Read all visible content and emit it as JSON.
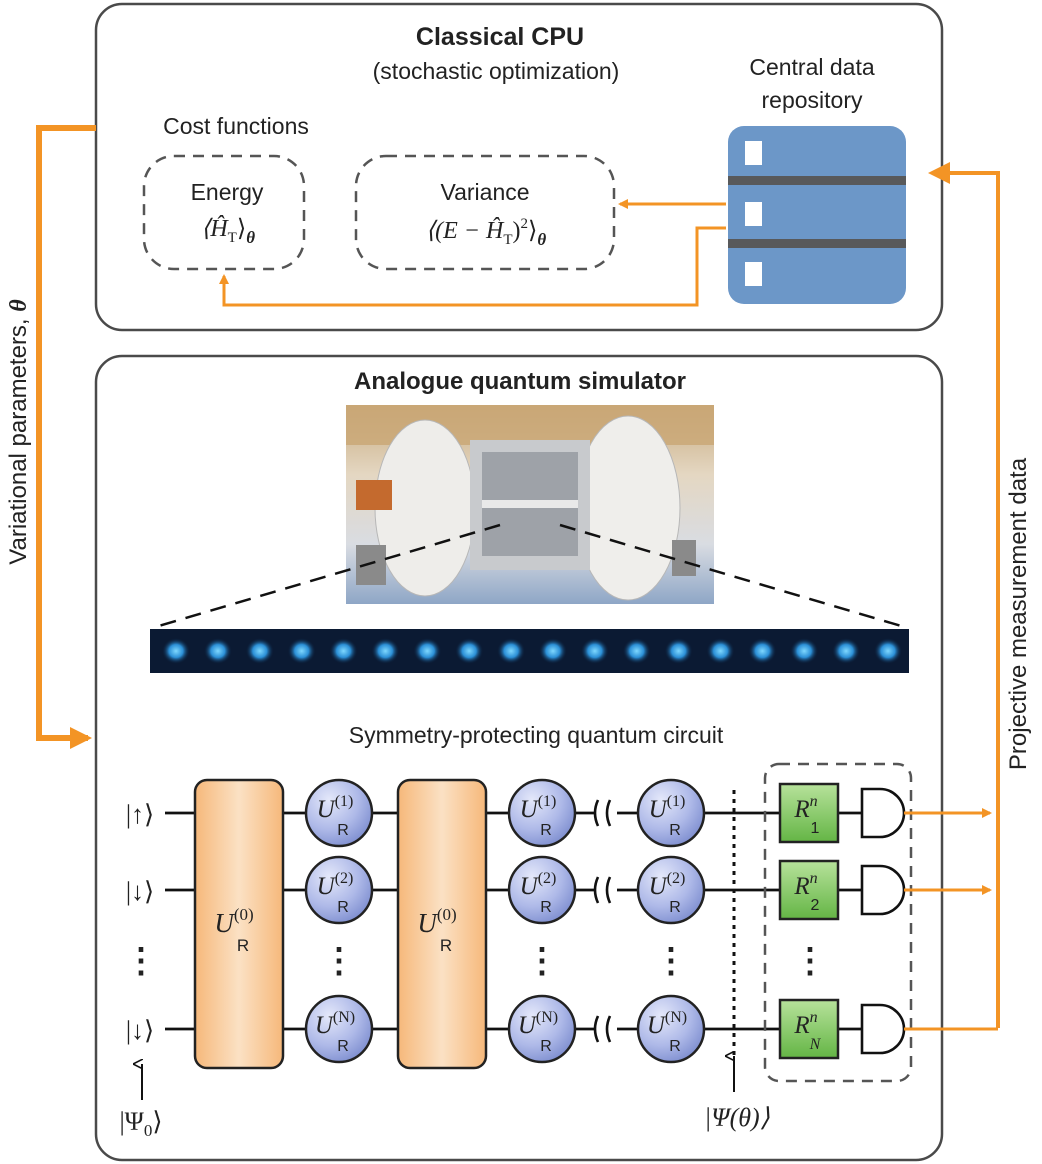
{
  "cpu": {
    "title": "Classical CPU",
    "subtitle": "(stochastic optimization)",
    "cost_functions_label": "Cost functions",
    "energy_label": "Energy",
    "energy_formula": "⟨Ĥ",
    "energy_sub": "T",
    "energy_close": "⟩",
    "theta": "θ",
    "variance_label": "Variance",
    "variance_formula_a": "⟨(E − Ĥ",
    "variance_sub": "T",
    "variance_formula_b": ")",
    "variance_sup": "2",
    "variance_close": "⟩",
    "repository_label_1": "Central data",
    "repository_label_2": "repository"
  },
  "side_labels": {
    "left": "Variational parameters,",
    "left_theta": "θ",
    "right": "Projective measurement data"
  },
  "simulator": {
    "title": "Analogue quantum simulator",
    "circuit_title": "Symmetry-protecting quantum circuit",
    "ion_count": 18
  },
  "circuit": {
    "inputs": [
      "|↑⟩",
      "|↓⟩",
      "|↓⟩"
    ],
    "global_gate": "U",
    "global_gate_sub": "R",
    "global_gate_sup": "(0)",
    "local_gate": "U",
    "local_gate_sub": "R",
    "row_sups": [
      "(1)",
      "(2)",
      "(N)"
    ],
    "readout": "R",
    "readout_sup": "n",
    "readout_subs": [
      "1",
      "2",
      "N"
    ],
    "psi0": "|Ψ",
    "psi0_sub": "0",
    "psi0_close": "⟩",
    "psi_theta": "|Ψ(θ)⟩",
    "dots": "⋮"
  },
  "colors": {
    "arrow": "#F39425",
    "panel_border": "#4a4a4a",
    "global_gate_fill": "#F8C896",
    "local_gate_fill": "#AFB9E8",
    "readout_fill": "#7CC25A",
    "server": "#6C97C8"
  }
}
